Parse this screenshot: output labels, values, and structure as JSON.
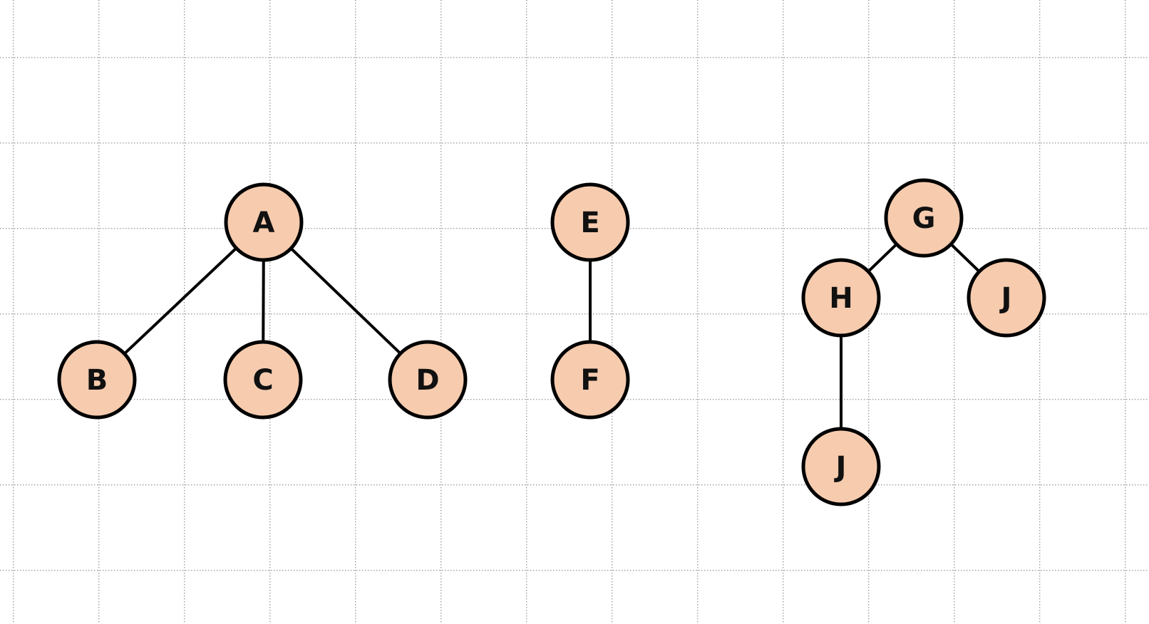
{
  "colors": {
    "background": "#ffffff",
    "grid_dots": "#9a9a9a",
    "node_fill": "#f6cbae",
    "node_stroke": "#000000",
    "edge": "#000000",
    "label": "#111111"
  },
  "diagram": {
    "nodes": [
      {
        "id": "A",
        "label": "A"
      },
      {
        "id": "B",
        "label": "B"
      },
      {
        "id": "C",
        "label": "C"
      },
      {
        "id": "D",
        "label": "D"
      },
      {
        "id": "E",
        "label": "E"
      },
      {
        "id": "F",
        "label": "F"
      },
      {
        "id": "G",
        "label": "G"
      },
      {
        "id": "H",
        "label": "H"
      },
      {
        "id": "J_right",
        "label": "J"
      },
      {
        "id": "J_bottom",
        "label": "J"
      }
    ],
    "edges": [
      {
        "from": "A",
        "to": "B"
      },
      {
        "from": "A",
        "to": "C"
      },
      {
        "from": "A",
        "to": "D"
      },
      {
        "from": "E",
        "to": "F"
      },
      {
        "from": "G",
        "to": "H"
      },
      {
        "from": "G",
        "to": "J_right"
      },
      {
        "from": "H",
        "to": "J_bottom"
      }
    ]
  }
}
